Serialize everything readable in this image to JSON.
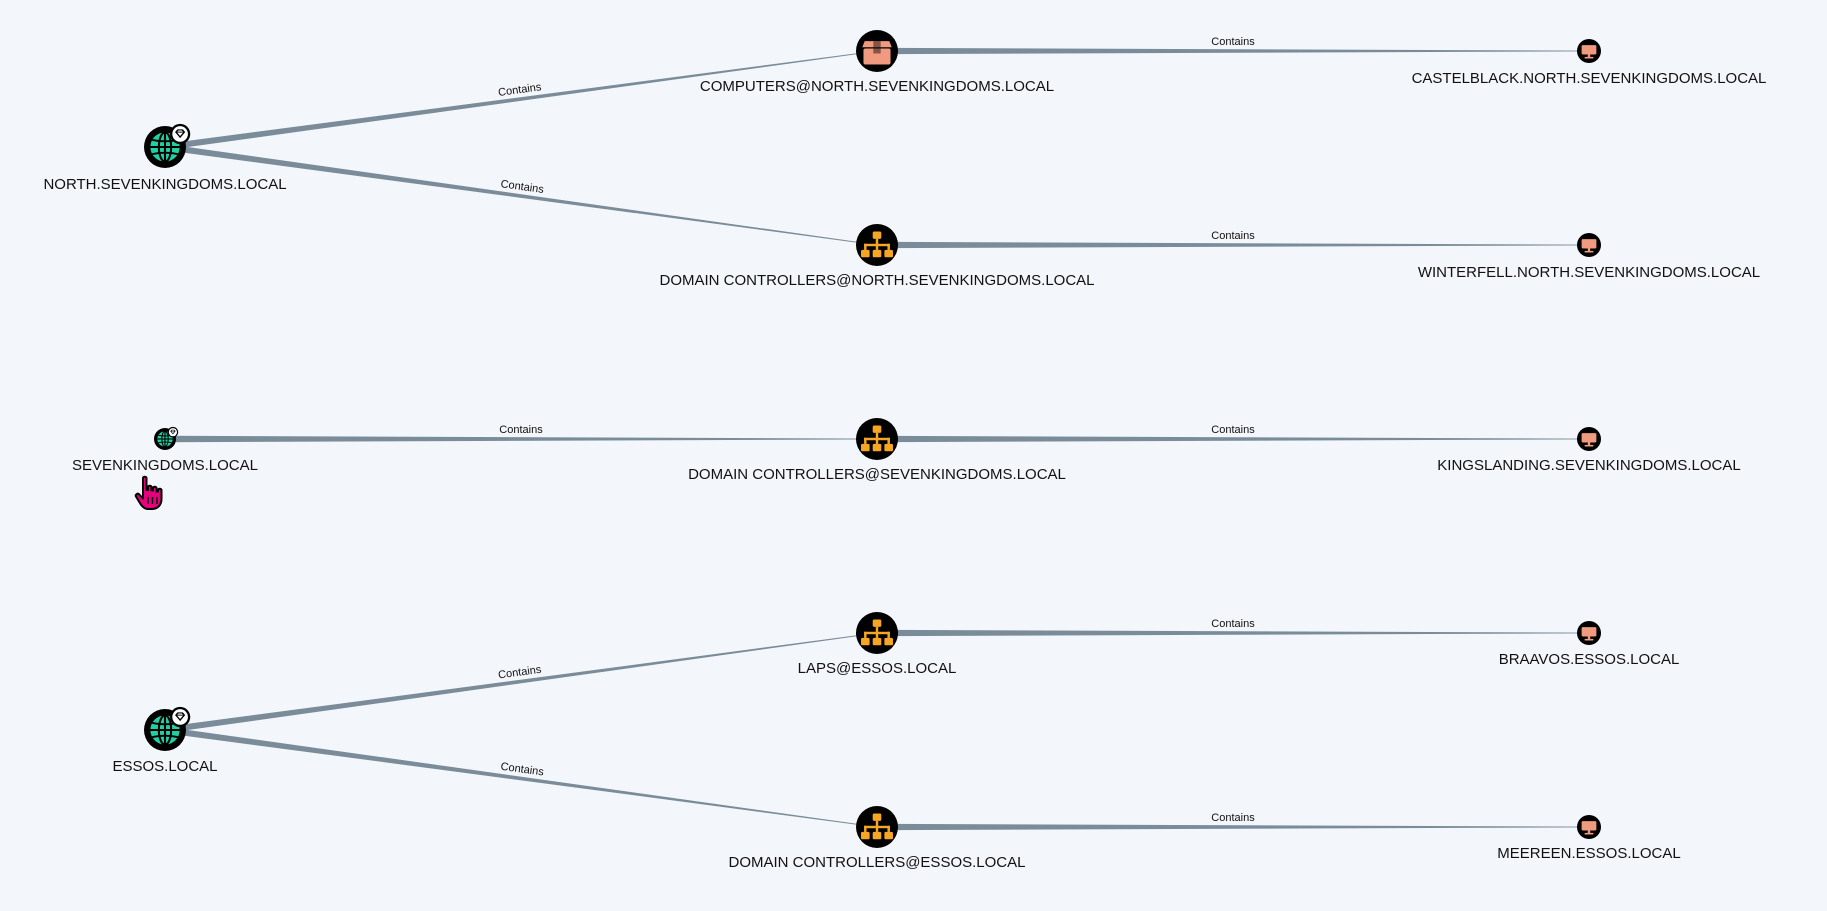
{
  "colors": {
    "background": "#f3f6fa",
    "edge": "#7a8c99",
    "node_bg": "#000000",
    "domain_icon": "#1fd1a4",
    "ou_icon": "#f6a623",
    "container_icon": "#f09a80",
    "computer_icon": "#f09a80",
    "cursor": "#e6007e"
  },
  "nodes": [
    {
      "id": "north-domain",
      "type": "domain",
      "icon": "globe-icon",
      "label": "NORTH.SEVENKINGDOMS.LOCAL",
      "highvalue": true
    },
    {
      "id": "north-computers",
      "type": "container",
      "icon": "container-icon",
      "label": "COMPUTERS@NORTH.SEVENKINGDOMS.LOCAL"
    },
    {
      "id": "north-dc-ou",
      "type": "ou",
      "icon": "org-tree-icon",
      "label": "DOMAIN CONTROLLERS@NORTH.SEVENKINGDOMS.LOCAL"
    },
    {
      "id": "castelblack",
      "type": "computer",
      "icon": "monitor-icon",
      "label": "CASTELBLACK.NORTH.SEVENKINGDOMS.LOCAL"
    },
    {
      "id": "winterfell",
      "type": "computer",
      "icon": "monitor-icon",
      "label": "WINTERFELL.NORTH.SEVENKINGDOMS.LOCAL"
    },
    {
      "id": "sk-domain",
      "type": "domain",
      "icon": "globe-icon",
      "label": "SEVENKINGDOMS.LOCAL",
      "highvalue": true
    },
    {
      "id": "sk-dc-ou",
      "type": "ou",
      "icon": "org-tree-icon",
      "label": "DOMAIN CONTROLLERS@SEVENKINGDOMS.LOCAL"
    },
    {
      "id": "kingslanding",
      "type": "computer",
      "icon": "monitor-icon",
      "label": "KINGSLANDING.SEVENKINGDOMS.LOCAL"
    },
    {
      "id": "essos-domain",
      "type": "domain",
      "icon": "globe-icon",
      "label": "ESSOS.LOCAL",
      "highvalue": true
    },
    {
      "id": "laps-ou",
      "type": "ou",
      "icon": "org-tree-icon",
      "label": "LAPS@ESSOS.LOCAL"
    },
    {
      "id": "essos-dc-ou",
      "type": "ou",
      "icon": "org-tree-icon",
      "label": "DOMAIN CONTROLLERS@ESSOS.LOCAL"
    },
    {
      "id": "braavos",
      "type": "computer",
      "icon": "monitor-icon",
      "label": "BRAAVOS.ESSOS.LOCAL"
    },
    {
      "id": "meereen",
      "type": "computer",
      "icon": "monitor-icon",
      "label": "MEEREEN.ESSOS.LOCAL"
    }
  ],
  "edges": [
    {
      "source": "north-domain",
      "target": "north-computers",
      "label": "Contains"
    },
    {
      "source": "north-domain",
      "target": "north-dc-ou",
      "label": "Contains"
    },
    {
      "source": "north-computers",
      "target": "castelblack",
      "label": "Contains"
    },
    {
      "source": "north-dc-ou",
      "target": "winterfell",
      "label": "Contains"
    },
    {
      "source": "sk-domain",
      "target": "sk-dc-ou",
      "label": "Contains"
    },
    {
      "source": "sk-dc-ou",
      "target": "kingslanding",
      "label": "Contains"
    },
    {
      "source": "essos-domain",
      "target": "laps-ou",
      "label": "Contains"
    },
    {
      "source": "essos-domain",
      "target": "essos-dc-ou",
      "label": "Contains"
    },
    {
      "source": "laps-ou",
      "target": "braavos",
      "label": "Contains"
    },
    {
      "source": "essos-dc-ou",
      "target": "meereen",
      "label": "Contains"
    }
  ],
  "cursor": {
    "icon": "hand-pointer-icon"
  }
}
